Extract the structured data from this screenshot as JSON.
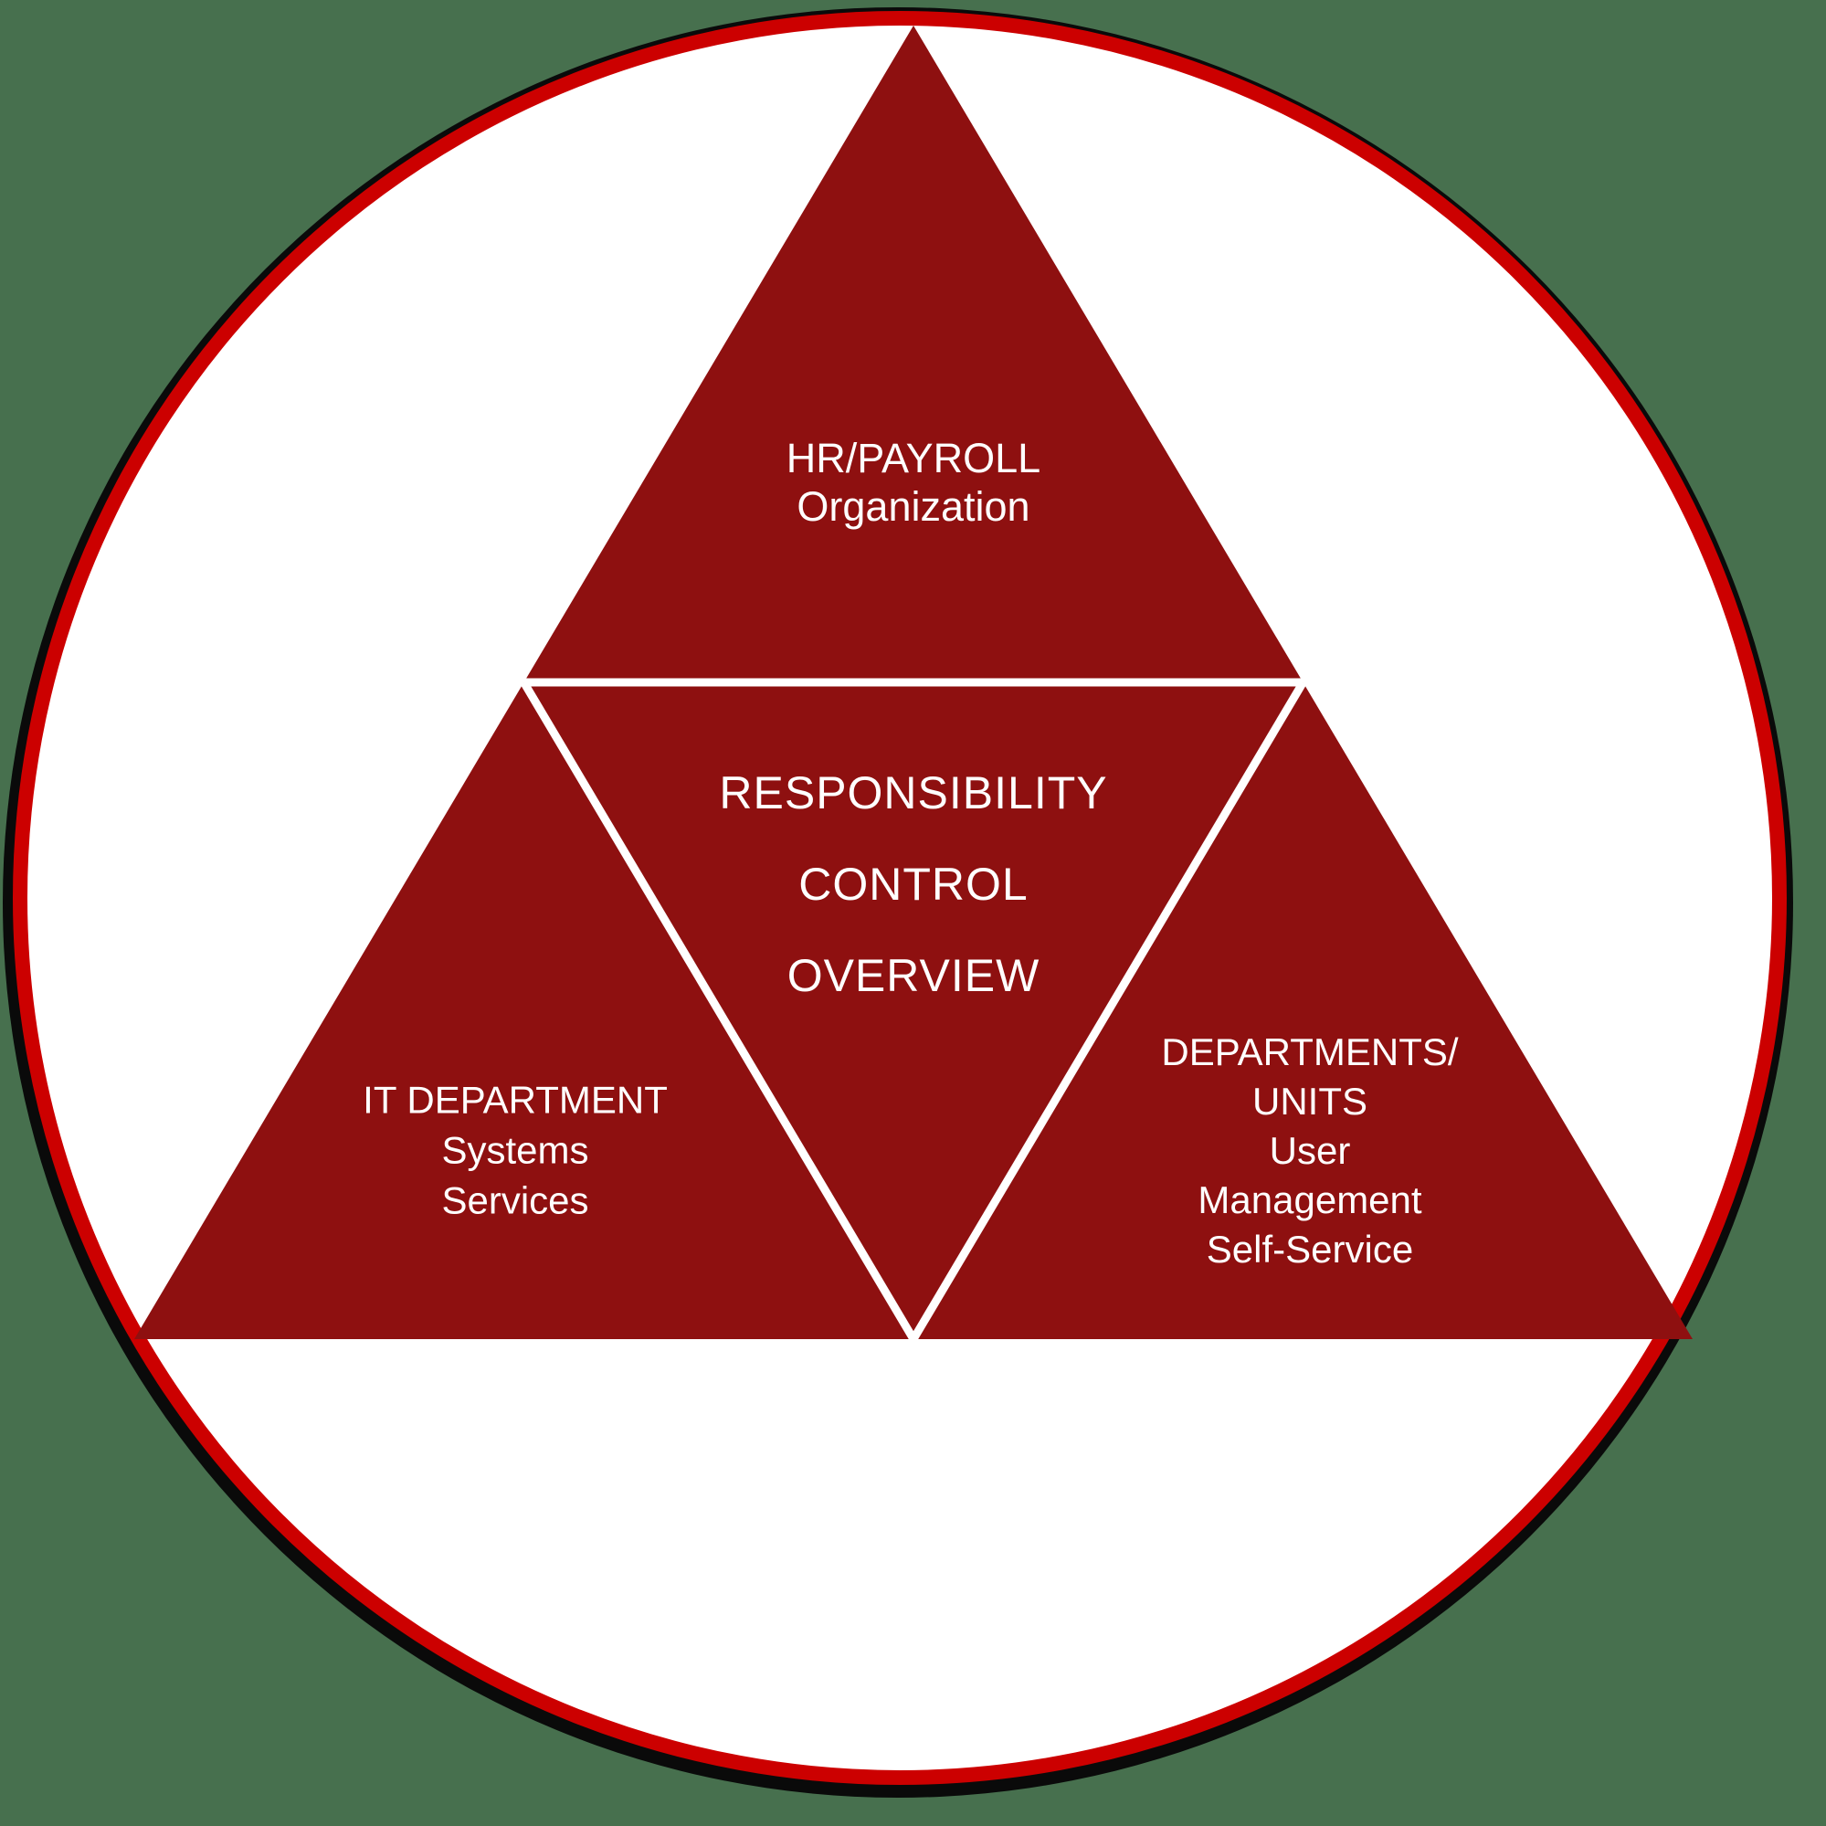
{
  "colors": {
    "background": "#47704E",
    "circle_fill": "#FFFFFF",
    "circle_border": "#CC0000",
    "circle_shadow": "#0A0A0A",
    "triangle_fill": "#8E1010",
    "divider": "#FFFFFF",
    "text": "#FFFFFF"
  },
  "triangles": {
    "top": {
      "lines": [
        "HR/PAYROLL",
        "Organization"
      ]
    },
    "center": {
      "lines": [
        "RESPONSIBILITY",
        "CONTROL",
        "OVERVIEW"
      ]
    },
    "left": {
      "lines": [
        "IT DEPARTMENT",
        "Systems",
        "Services"
      ]
    },
    "right": {
      "lines": [
        "DEPARTMENTS/",
        "UNITS",
        "User",
        "Management",
        "Self-Service"
      ]
    }
  }
}
